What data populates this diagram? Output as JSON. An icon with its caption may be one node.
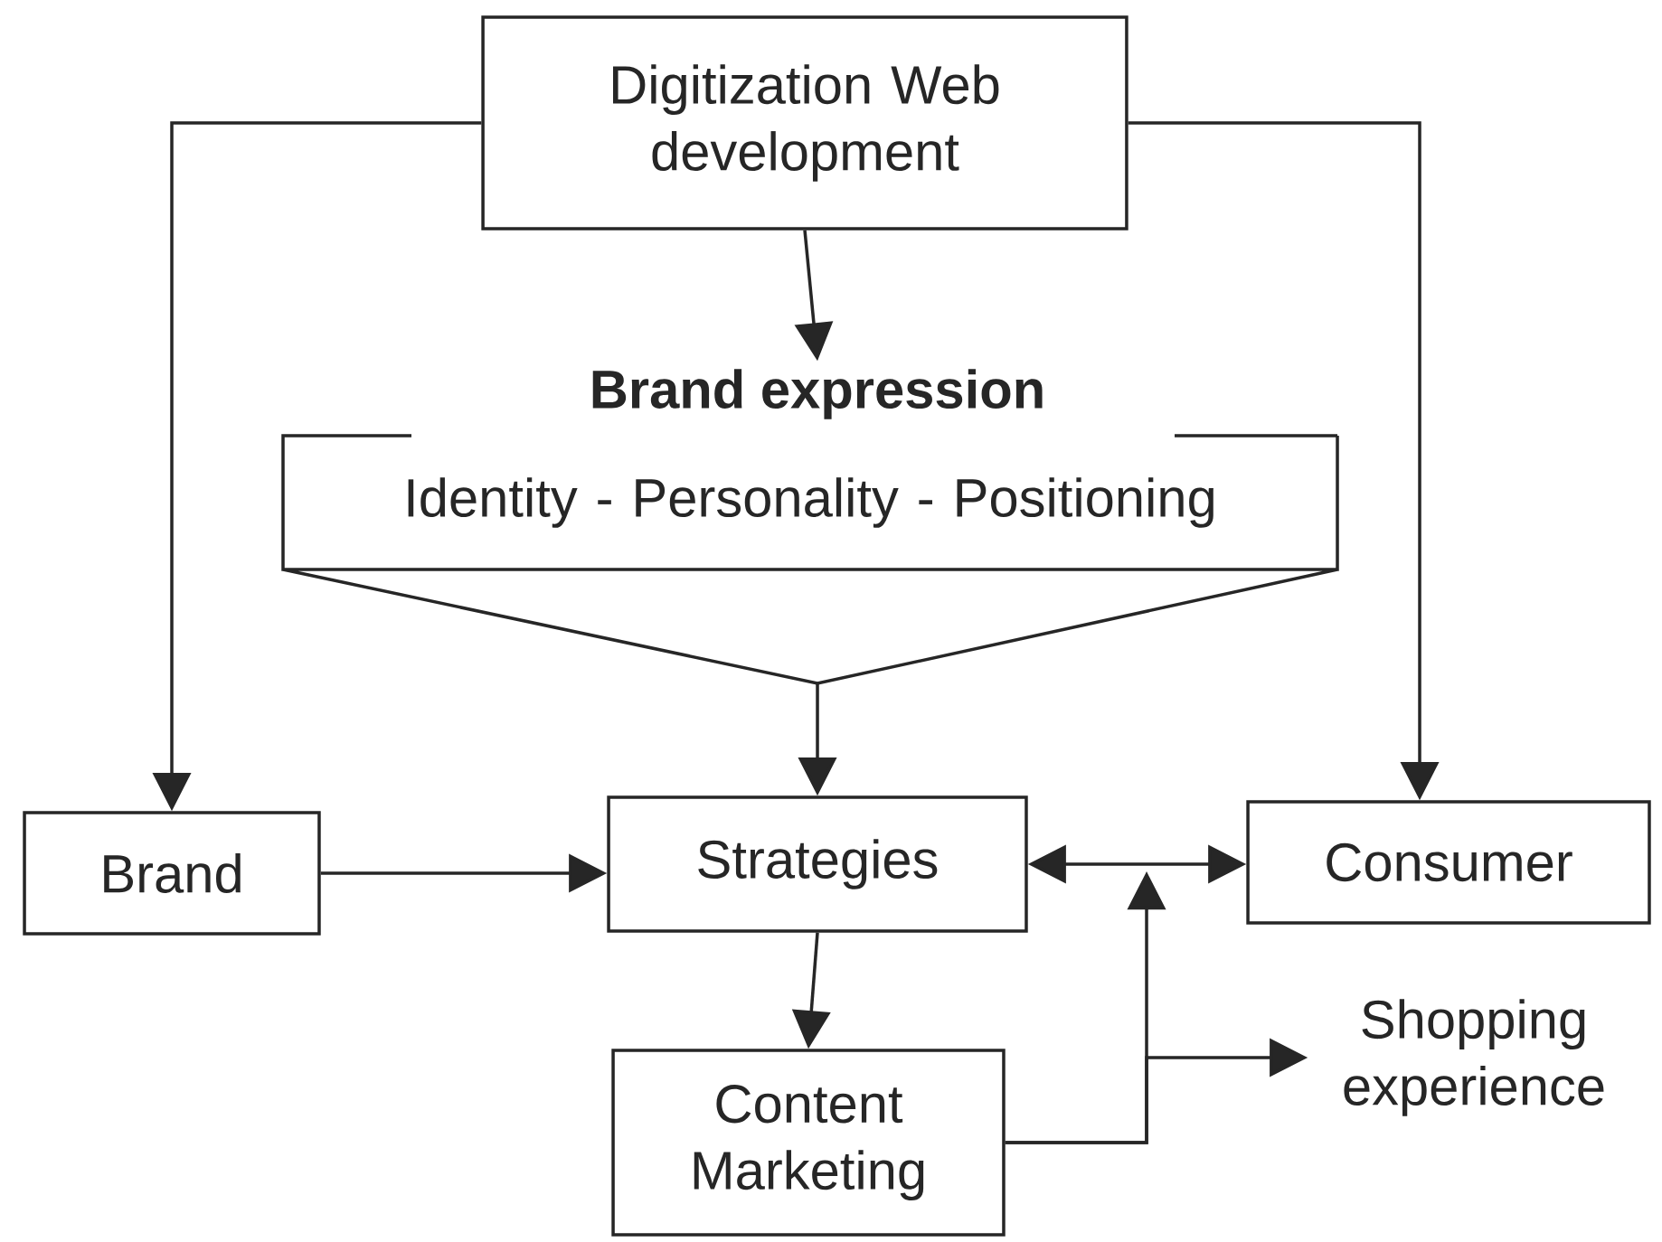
{
  "diagram": {
    "nodes": [
      {
        "text": [
          "Digitization Web development"
        ]
      },
      {
        "text": [
          "Brand expression",
          "Identity - Personality - Positioning"
        ]
      },
      {
        "text": [
          "Brand"
        ]
      },
      {
        "text": [
          "Strategies"
        ]
      },
      {
        "text": [
          "Consumer"
        ]
      },
      {
        "text": [
          "Content Marketing"
        ]
      },
      {
        "text": [
          "Shopping experience"
        ]
      }
    ],
    "edges": [
      {
        "from": 0,
        "to": 2,
        "arrow": "to"
      },
      {
        "from": 0,
        "to": 4,
        "arrow": "to"
      },
      {
        "from": 0,
        "to": 1,
        "arrow": "to"
      },
      {
        "from": 1,
        "to": 3,
        "arrow": "to"
      },
      {
        "from": 2,
        "to": 3,
        "arrow": "to"
      },
      {
        "from": 3,
        "to": 4,
        "arrow": "both"
      },
      {
        "from": 3,
        "to": 5,
        "arrow": "to"
      },
      {
        "from": 5,
        "to": 6,
        "arrow": "to"
      },
      {
        "from": 5,
        "to": null,
        "arrow": "to"
      }
    ]
  }
}
